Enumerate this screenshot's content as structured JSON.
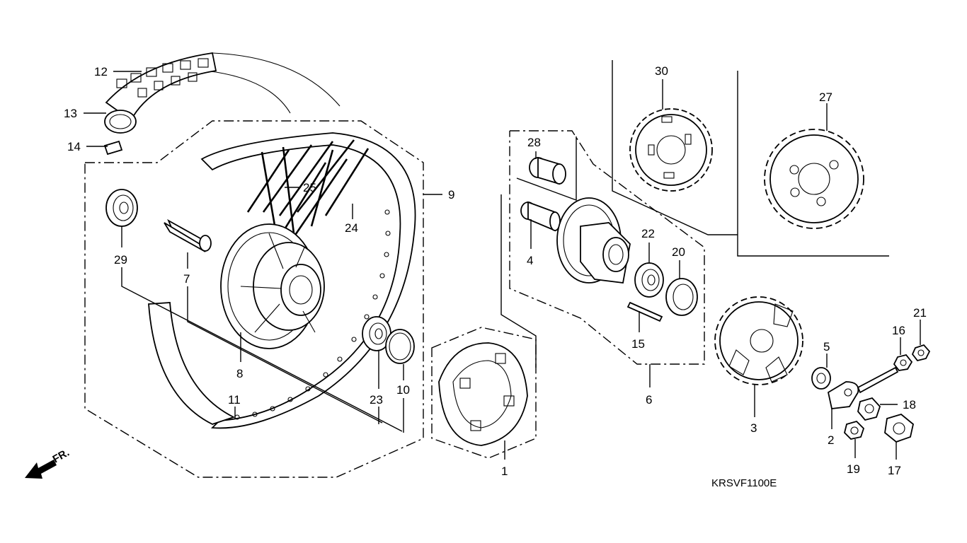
{
  "diagram_code": "KRSVF1100E",
  "front_label": "FR.",
  "colors": {
    "line": "#000000",
    "background": "#ffffff"
  },
  "parts": [
    {
      "ref": "1"
    },
    {
      "ref": "2"
    },
    {
      "ref": "3"
    },
    {
      "ref": "4"
    },
    {
      "ref": "5"
    },
    {
      "ref": "6"
    },
    {
      "ref": "7"
    },
    {
      "ref": "8"
    },
    {
      "ref": "9"
    },
    {
      "ref": "10"
    },
    {
      "ref": "11"
    },
    {
      "ref": "12"
    },
    {
      "ref": "13"
    },
    {
      "ref": "14"
    },
    {
      "ref": "15"
    },
    {
      "ref": "16"
    },
    {
      "ref": "17"
    },
    {
      "ref": "18"
    },
    {
      "ref": "19"
    },
    {
      "ref": "20"
    },
    {
      "ref": "21"
    },
    {
      "ref": "22"
    },
    {
      "ref": "23"
    },
    {
      "ref": "24"
    },
    {
      "ref": "25"
    },
    {
      "ref": "27"
    },
    {
      "ref": "28"
    },
    {
      "ref": "29"
    },
    {
      "ref": "30"
    }
  ]
}
